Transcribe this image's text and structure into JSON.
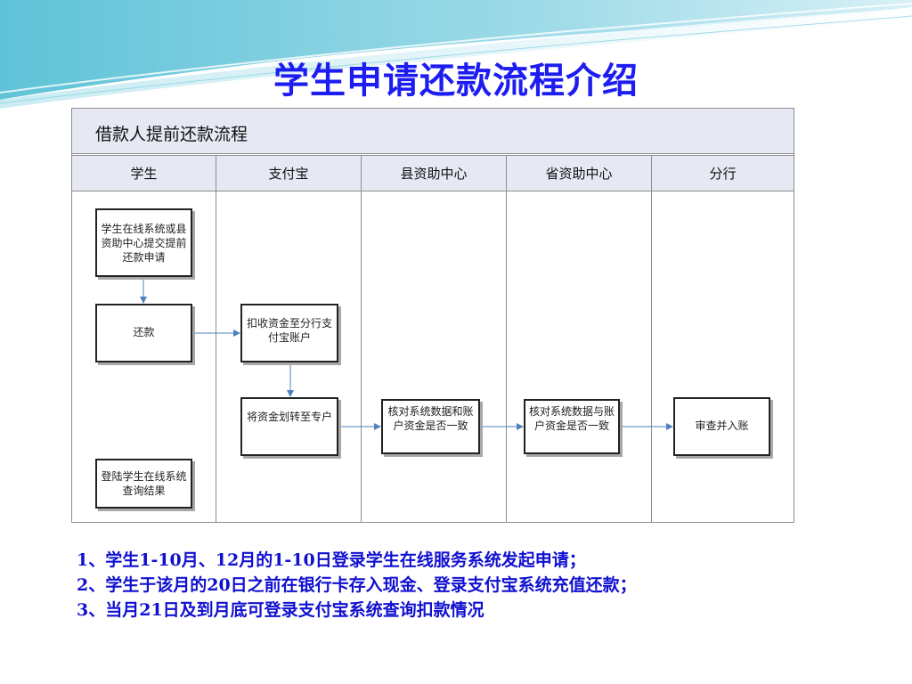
{
  "title": "学生申请还款流程介绍",
  "flow": {
    "title": "借款人提前还款流程",
    "lanes": [
      "学生",
      "支付宝",
      "县资助中心",
      "省资助中心",
      "分行"
    ],
    "boxes": {
      "apply": "学生在线系统或县资助中心提交提前还款申请",
      "repay": "还款",
      "deduct": "扣收资金至分行支付宝账户",
      "transfer": "将资金划转至专户",
      "county_check": "核对系统数据和账户资金是否一致",
      "province_check": "核对系统数据与账户资金是否一致",
      "branch": "审查并入账",
      "login": "登陆学生在线系统查询结果"
    }
  },
  "notes": [
    "1、学生1-10月、12月的1-10日登录学生在线服务系统发起申请；",
    "2、学生于该月的20日之前在银行卡存入现金、登录支付宝系统充值还款；",
    "3、当月21日及到月底可登录支付宝系统查询扣款情况"
  ]
}
